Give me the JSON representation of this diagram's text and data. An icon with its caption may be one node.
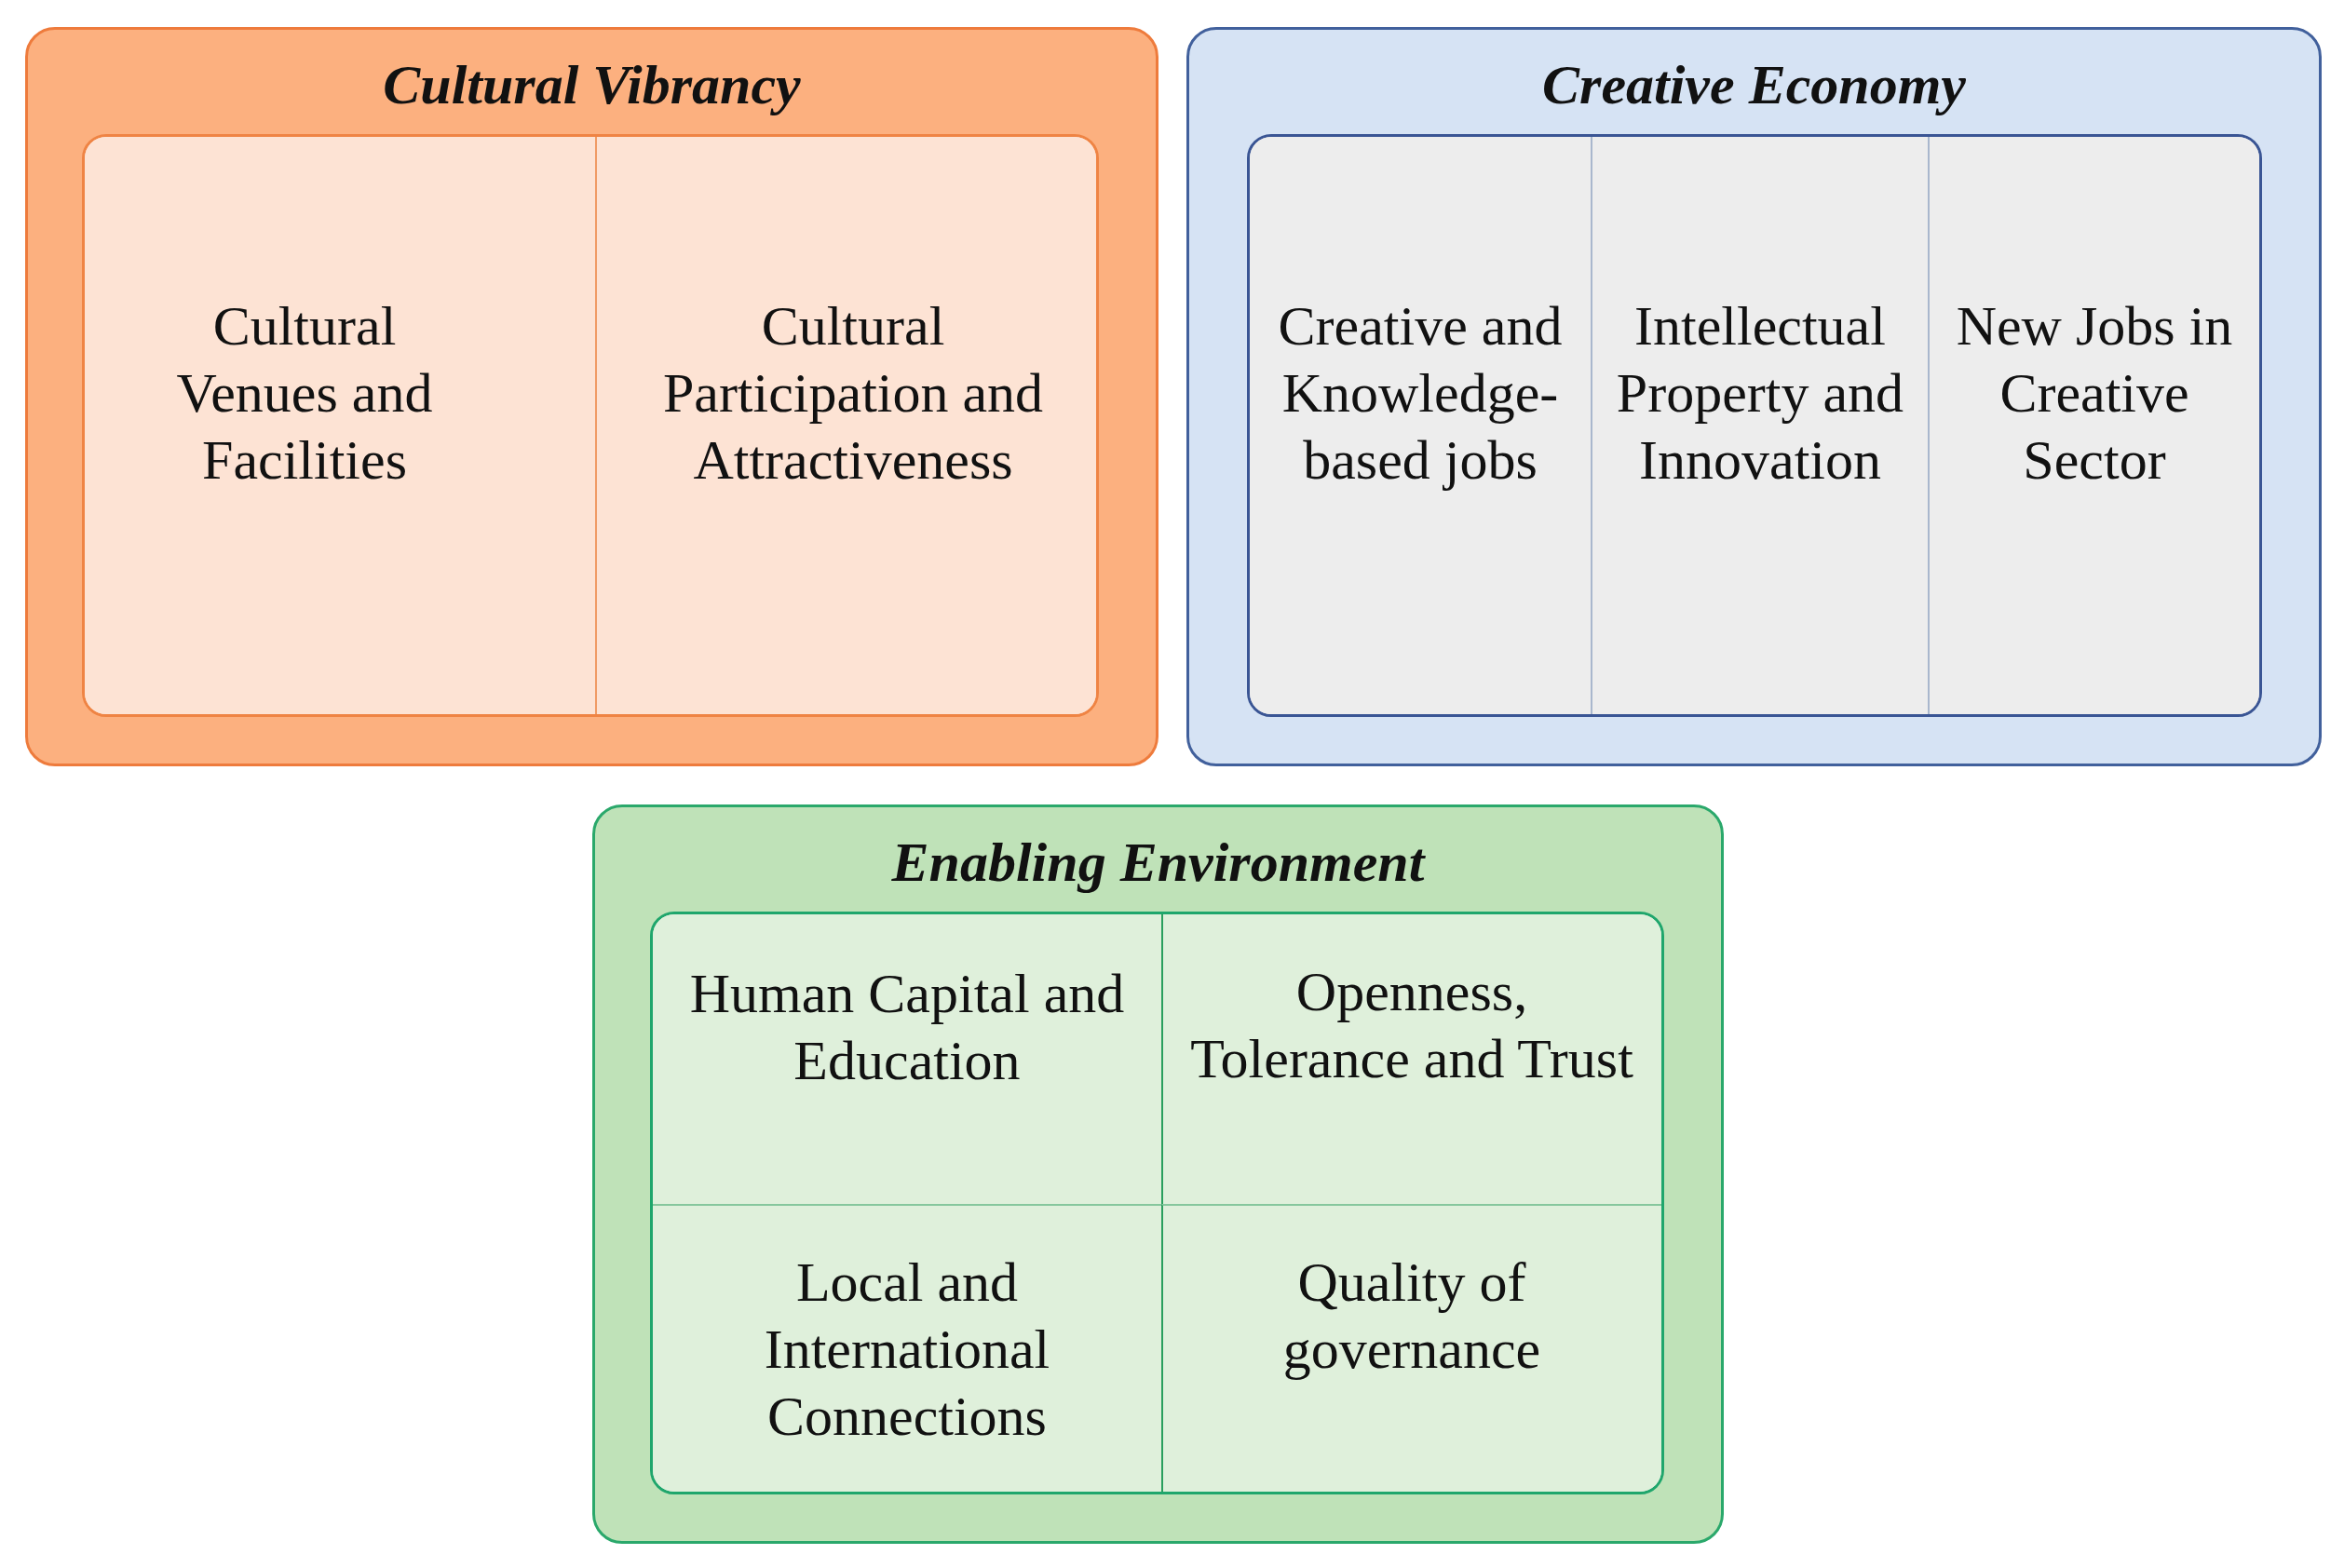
{
  "diagram": {
    "nodes": [
      {
        "text": [
          "Cultural Vibrancy"
        ]
      },
      {
        "text": [
          "Cultural Venues and Facilities"
        ],
        "in": 0
      },
      {
        "text": [
          "Cultural Participation and Attractiveness"
        ],
        "in": 0
      },
      {
        "text": [
          "Creative Economy"
        ]
      },
      {
        "text": [
          "Creative and Knowledge-based jobs"
        ],
        "in": 3
      },
      {
        "text": [
          "Intellectual Property and Innovation"
        ],
        "in": 3
      },
      {
        "text": [
          "New Jobs in Creative Sector"
        ],
        "in": 3
      },
      {
        "text": [
          "Enabling Environment"
        ]
      },
      {
        "text": [
          "Human Capital and Education"
        ],
        "in": 7
      },
      {
        "text": [
          "Openness, Tolerance and Trust"
        ],
        "in": 7
      },
      {
        "text": [
          "Local and International Connections"
        ],
        "in": 7
      },
      {
        "text": [
          "Quality of governance"
        ],
        "in": 7
      }
    ]
  }
}
